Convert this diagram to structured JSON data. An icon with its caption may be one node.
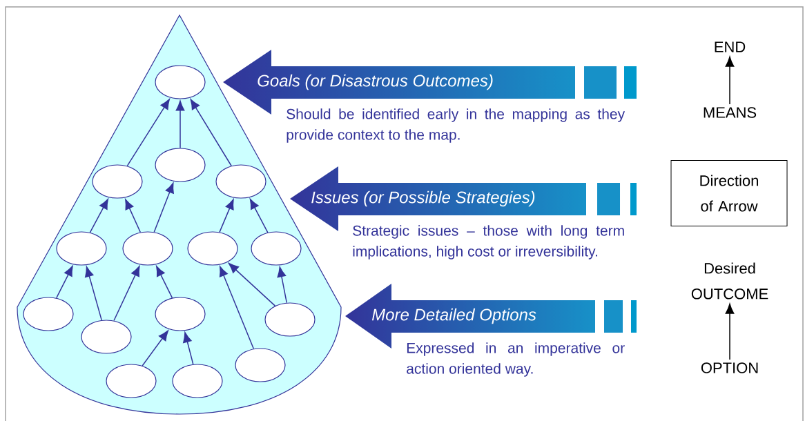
{
  "diagram": {
    "nodes": [
      {
        "text": [],
        "shape": "cone"
      },
      {
        "text": [],
        "shape": "ellipse",
        "in": 0
      },
      {
        "text": [],
        "shape": "ellipse",
        "in": 0
      },
      {
        "text": [],
        "shape": "ellipse",
        "in": 0
      },
      {
        "text": [],
        "shape": "ellipse",
        "in": 0
      },
      {
        "text": [],
        "shape": "ellipse",
        "in": 0
      },
      {
        "text": [],
        "shape": "ellipse",
        "in": 0
      },
      {
        "text": [],
        "shape": "ellipse",
        "in": 0
      },
      {
        "text": [],
        "shape": "ellipse",
        "in": 0
      },
      {
        "text": [],
        "shape": "ellipse",
        "in": 0
      },
      {
        "text": [],
        "shape": "ellipse",
        "in": 0
      },
      {
        "text": [],
        "shape": "ellipse",
        "in": 0
      },
      {
        "text": [],
        "shape": "ellipse",
        "in": 0
      },
      {
        "text": [],
        "shape": "ellipse",
        "in": 0
      },
      {
        "text": [],
        "shape": "ellipse",
        "in": 0
      },
      {
        "text": [],
        "shape": "ellipse",
        "in": 0
      },
      {
        "text": [
          "Goals (or Disastrous Outcomes)"
        ],
        "beside": [
          "Should be identified early in the mapping as they provide context to the map."
        ]
      },
      {
        "text": [
          "Issues (or Possible Strategies)"
        ],
        "beside": [
          "Strategic issues – those with long term implications, high cost or irreversibility."
        ]
      },
      {
        "text": [
          "More Detailed Options"
        ],
        "beside": [
          "Expressed in an imperative or action oriented way."
        ]
      },
      {
        "text": [
          "END"
        ]
      },
      {
        "text": [
          "MEANS"
        ]
      },
      {
        "text": [
          "Direction of Arrow"
        ]
      },
      {
        "text": [
          "Desired OUTCOME"
        ]
      },
      {
        "text": [
          "OPTION"
        ]
      }
    ],
    "edges": [
      {
        "from": 3,
        "to": 1,
        "arrow": "to"
      },
      {
        "from": 2,
        "to": 1,
        "arrow": "to"
      },
      {
        "from": 4,
        "to": 1,
        "arrow": "to"
      },
      {
        "from": 5,
        "to": 3,
        "arrow": "to"
      },
      {
        "from": 6,
        "to": 3,
        "arrow": "to"
      },
      {
        "from": 6,
        "to": 2,
        "arrow": "to"
      },
      {
        "from": 7,
        "to": 4,
        "arrow": "to"
      },
      {
        "from": 8,
        "to": 4,
        "arrow": "to"
      },
      {
        "from": 9,
        "to": 5,
        "arrow": "to"
      },
      {
        "from": 12,
        "to": 5,
        "arrow": "to"
      },
      {
        "from": 12,
        "to": 6,
        "arrow": "to"
      },
      {
        "from": 10,
        "to": 6,
        "arrow": "to"
      },
      {
        "from": 11,
        "to": 7,
        "arrow": "to"
      },
      {
        "from": 11,
        "to": 8,
        "arrow": "to"
      },
      {
        "from": 13,
        "to": 7,
        "arrow": "to"
      },
      {
        "from": 14,
        "to": 10,
        "arrow": "to"
      },
      {
        "from": 15,
        "to": 10,
        "arrow": "to"
      },
      {
        "from": 20,
        "to": 19,
        "arrow": "to",
        "color": "#000000"
      },
      {
        "from": 23,
        "to": 22,
        "arrow": "to",
        "color": "#000000"
      }
    ]
  }
}
